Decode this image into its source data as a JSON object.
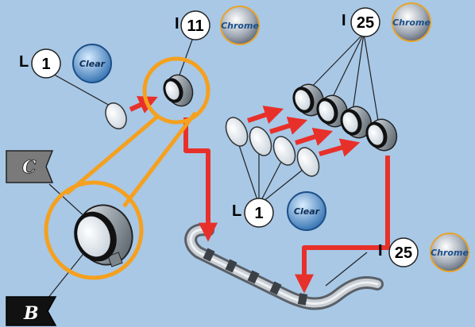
{
  "callouts": [
    {
      "prefix": "L",
      "qty": "1",
      "badge": "Clear"
    },
    {
      "prefix": "I",
      "qty": "11",
      "badge": "Chrome"
    },
    {
      "prefix": "I",
      "qty": "25",
      "badge": "Chrome"
    },
    {
      "prefix": "L",
      "qty": "1",
      "badge": "Clear"
    },
    {
      "prefix": "I",
      "qty": "25",
      "badge": "Chrome"
    }
  ],
  "flags": {
    "top": "C",
    "bottom": "B"
  },
  "colors": {
    "background": "#a8c8e6",
    "arrow": "#e8302a",
    "highlight": "#f5a01e",
    "clear_badge": "#3b84c8",
    "chrome_badge": "#7d8896",
    "flag_top": "#7a7a7a",
    "flag_bottom": "#111111"
  }
}
